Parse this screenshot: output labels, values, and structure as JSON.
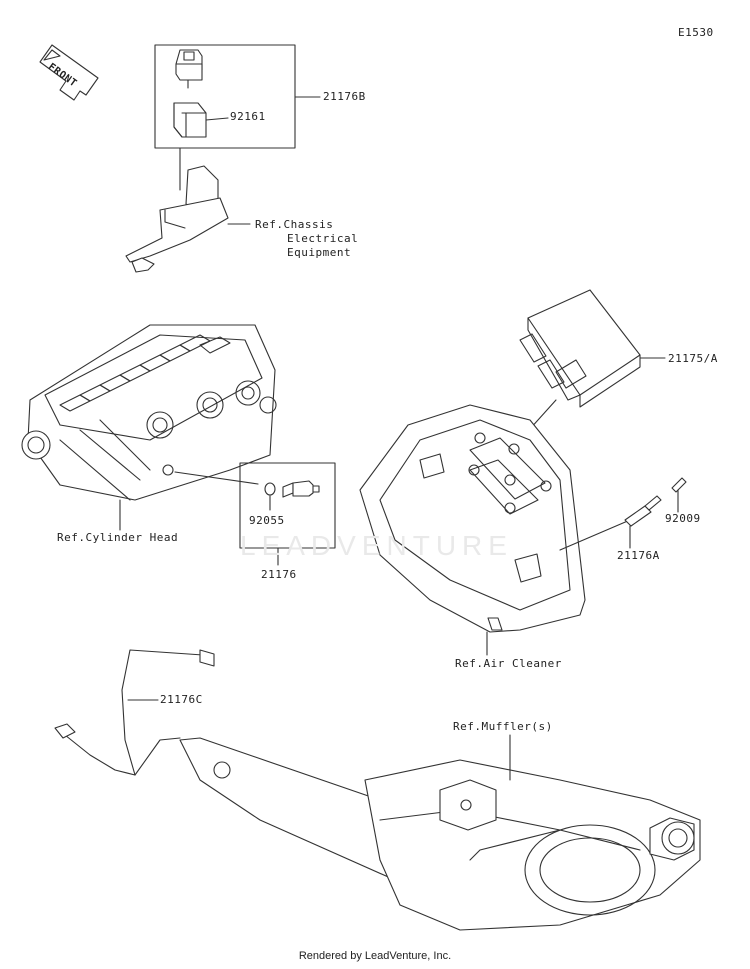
{
  "diagram_id": "E1530",
  "front_label": "FRONT",
  "watermark": "LEADVENTURE",
  "footer": "Rendered by LeadVenture, Inc.",
  "labels": {
    "p21176B": "21176B",
    "p92161": "92161",
    "ref_chassis_1": "Ref.Chassis",
    "ref_chassis_2": "Electrical",
    "ref_chassis_3": "Equipment",
    "p21175A": "21175/A",
    "ref_cylinder_head": "Ref.Cylinder Head",
    "p92055": "92055",
    "p21176": "21176",
    "p92009": "92009",
    "p21176A": "21176A",
    "ref_air_cleaner": "Ref.Air Cleaner",
    "p21176C": "21176C",
    "ref_muffler": "Ref.Muffler(s)"
  }
}
